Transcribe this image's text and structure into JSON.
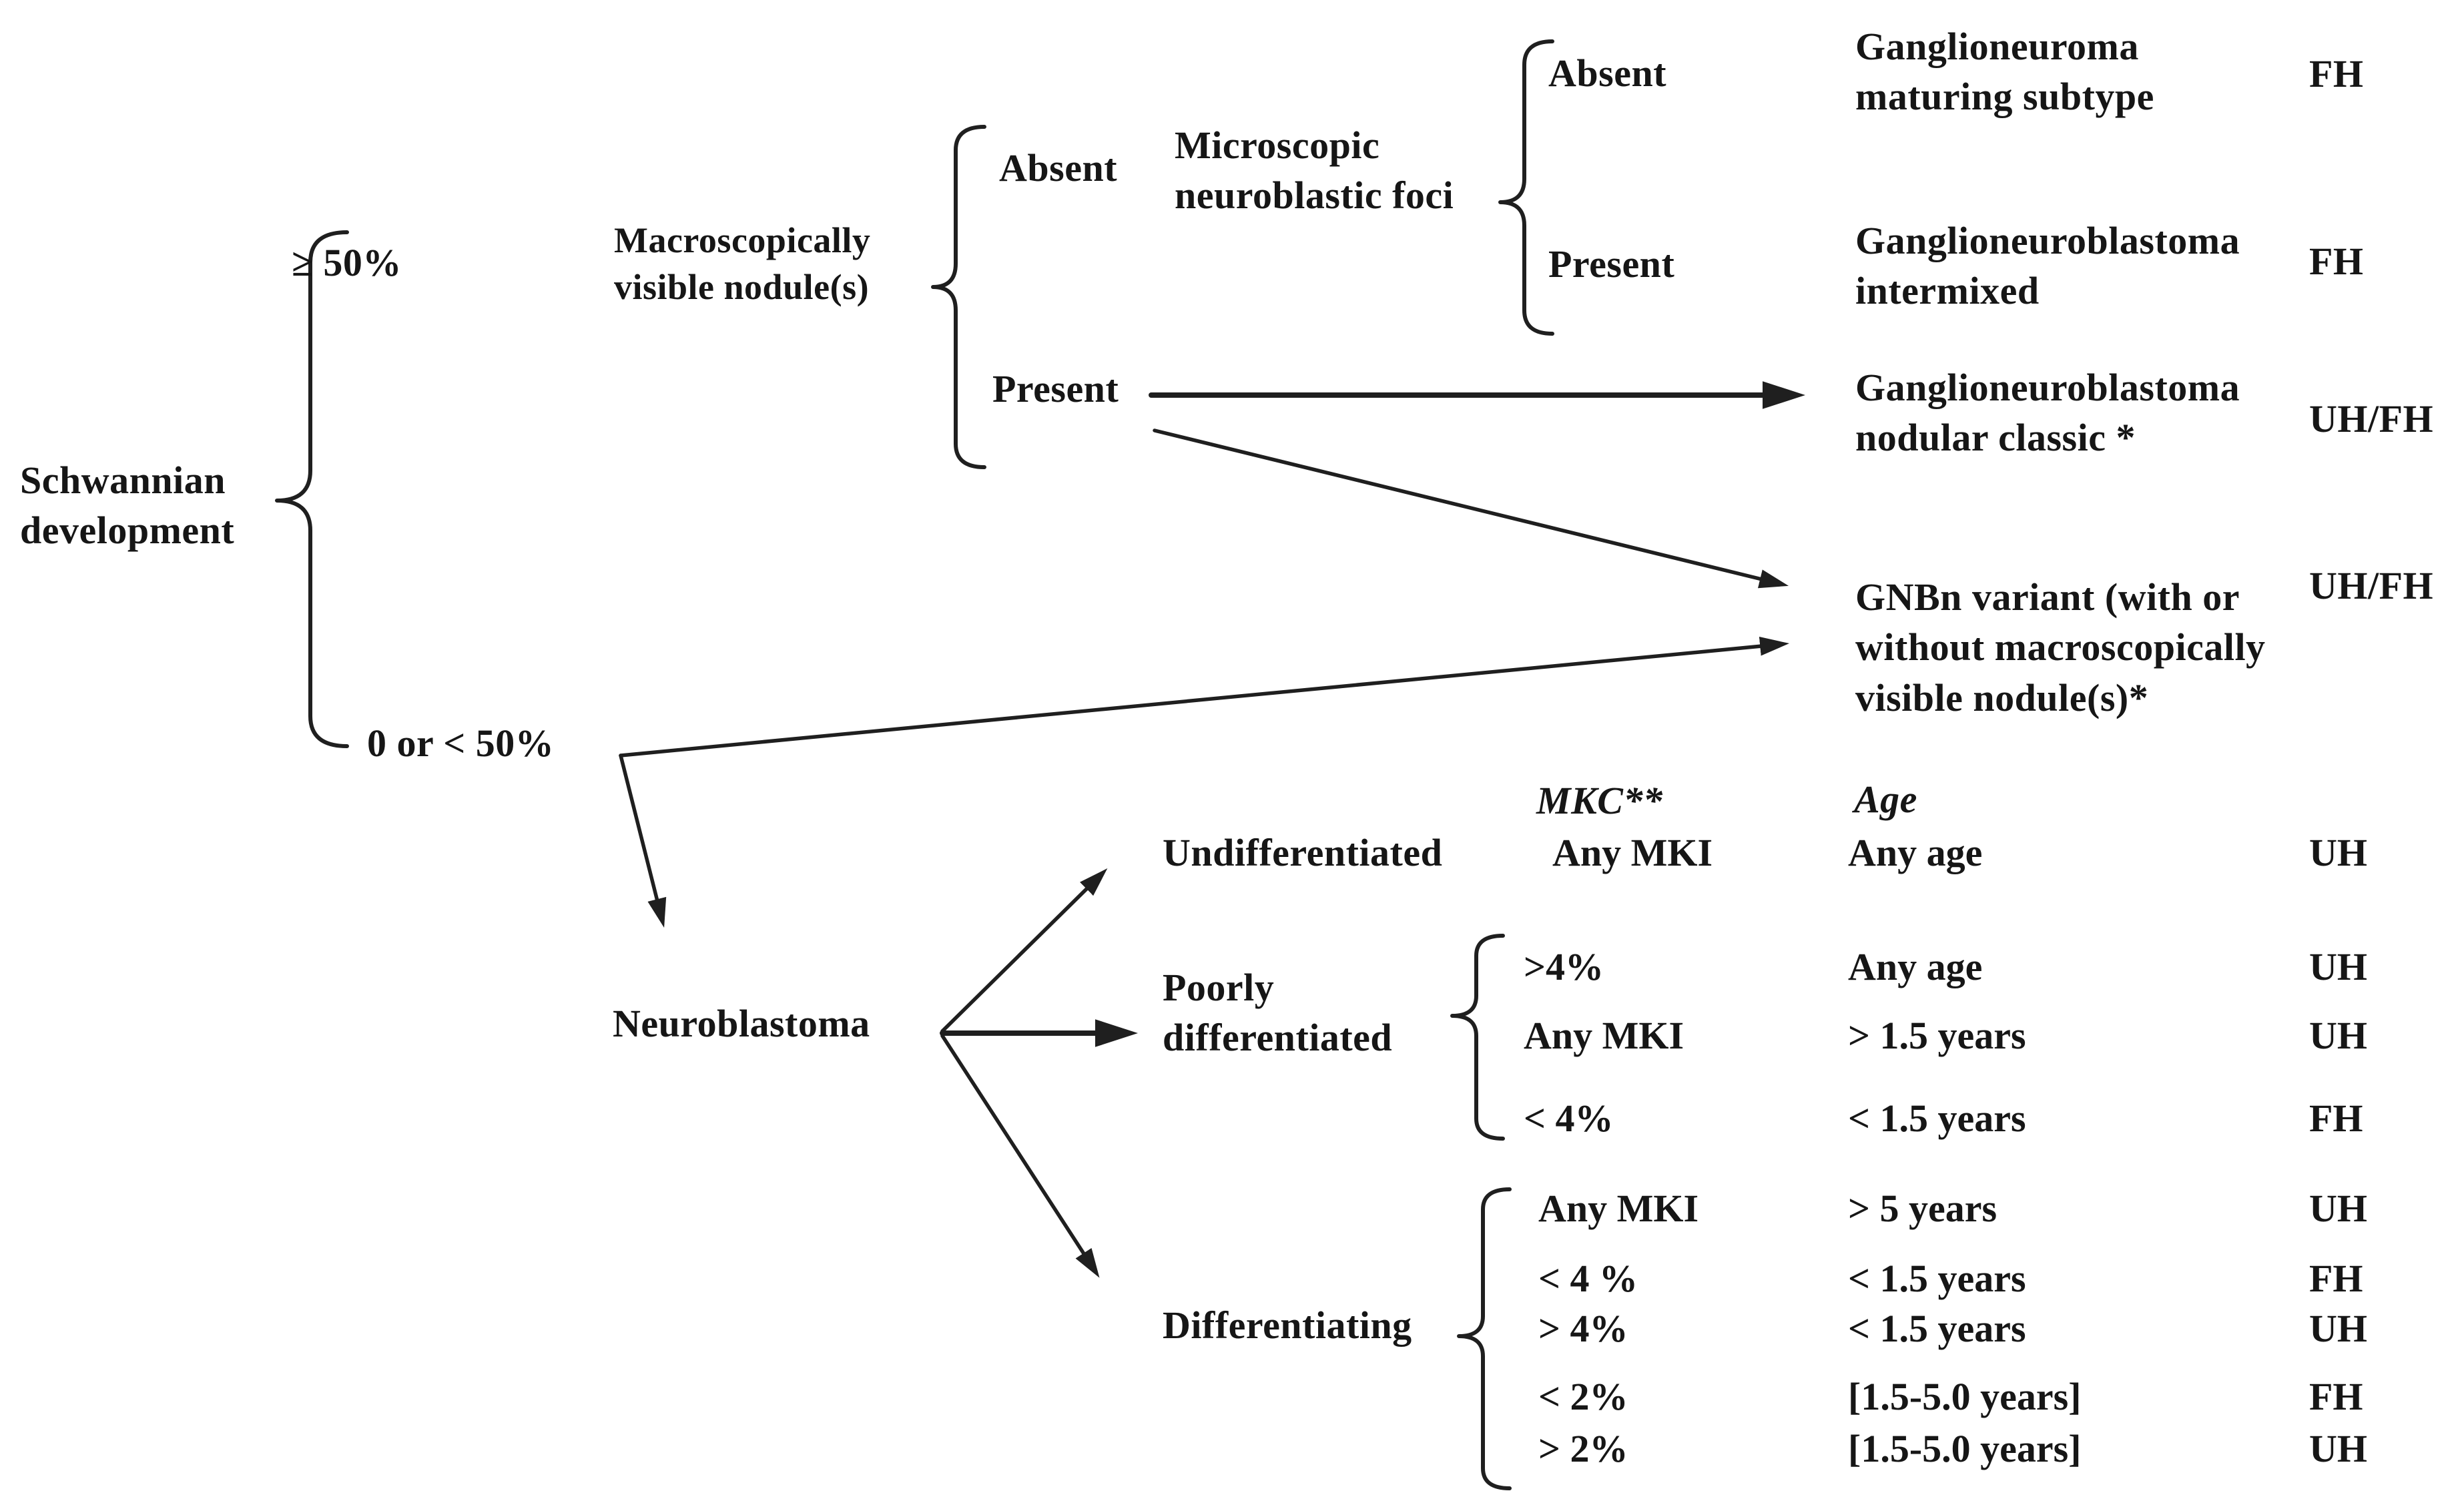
{
  "page": {
    "background": "#ffffff",
    "ink": "#161616",
    "description": "Decision-tree diagram classifying peripheral neuroblastic tumors by Schwannian development, nodule visibility, differentiation grade, MKC/MKI and age, ending in FH/UH prognostic groups"
  },
  "root": {
    "label": "Schwannian\ndevelopment"
  },
  "branches": {
    "high": {
      "label": "≥ 50%"
    },
    "low": {
      "label": "0 or < 50%"
    }
  },
  "macro_nodules": {
    "label": "Macroscopically\nvisible nodule(s)",
    "absent": "Absent",
    "present": "Present"
  },
  "micro_foci": {
    "label": "Microscopic\nneuroblastic foci",
    "absent": "Absent",
    "present": "Present"
  },
  "outcomes": {
    "ganglioneuroma": {
      "name": "Ganglioneuroma\nmaturing subtype",
      "grade": "FH"
    },
    "gnb_intermixed": {
      "name": "Ganglioneuroblastoma\nintermixed",
      "grade": "FH"
    },
    "gnb_nodular_classic": {
      "name": "Ganglioneuroblastoma\nnodular classic *",
      "grade": "UH/FH"
    },
    "gnbn_variant": {
      "name": "GNBn variant (with or\nwithout macroscopically\nvisible nodule(s)*",
      "grade": "UH/FH"
    }
  },
  "neuroblastoma": {
    "label": "Neuroblastoma"
  },
  "table": {
    "headers": {
      "mkc": "MKC**",
      "age": "Age"
    },
    "undifferentiated": {
      "label": "Undifferentiated",
      "rows": [
        {
          "mki": "Any MKI",
          "age": "Any age",
          "grade": "UH"
        }
      ]
    },
    "poorly_differentiated": {
      "label": "Poorly\ndifferentiated",
      "rows": [
        {
          "mki": ">4%",
          "age": "Any age",
          "grade": "UH"
        },
        {
          "mki": "Any MKI",
          "age": "> 1.5 years",
          "grade": "UH"
        },
        {
          "mki": "< 4%",
          "age": "< 1.5 years",
          "grade": "FH"
        }
      ]
    },
    "differentiating": {
      "label": "Differentiating",
      "rows": [
        {
          "mki": "Any MKI",
          "age": "> 5 years",
          "grade": "UH"
        },
        {
          "mki": "< 4 %",
          "age": "< 1.5 years",
          "grade": "FH"
        },
        {
          "mki": "> 4%",
          "age": "< 1.5 years",
          "grade": "UH"
        },
        {
          "mki": "< 2%",
          "age": "[1.5-5.0 years]",
          "grade": "FH"
        },
        {
          "mki": "> 2%",
          "age": "[1.5-5.0 years]",
          "grade": "UH"
        }
      ]
    }
  }
}
